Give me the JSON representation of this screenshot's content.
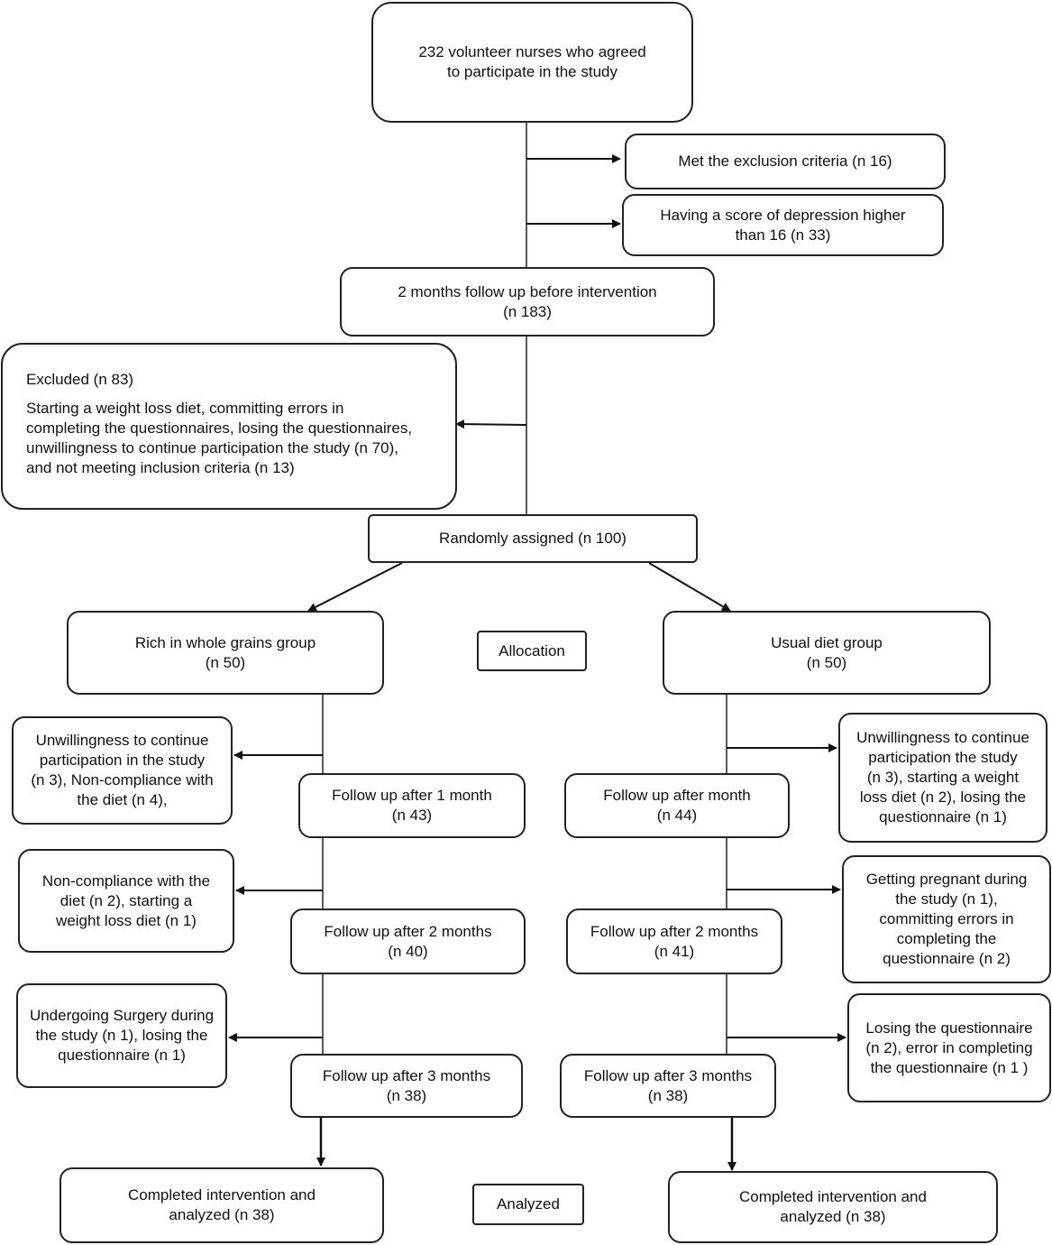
{
  "flow": {
    "enrolled": [
      "232 volunteer nurses who agreed",
      "to participate in the study"
    ],
    "exclusion_criteria": [
      "Met the exclusion criteria (n 16)"
    ],
    "depression_score": [
      "Having a score of depression higher",
      "than 16 (n 33)"
    ],
    "pre_followup": [
      "2 months follow up before intervention",
      "(n 183)"
    ],
    "excluded": {
      "title": "Excluded (n 83)",
      "details": [
        "Starting a weight loss diet, committing errors in",
        "completing the questionnaires, losing the questionnaires,",
        "unwillingness to continue participation the study (n 70),",
        "and not meeting inclusion criteria (n 13)"
      ]
    },
    "randomized": [
      "Randomly assigned (n 100)"
    ],
    "stage_labels": {
      "allocation": "Allocation",
      "analyzed": "Analyzed"
    },
    "whole_grains": {
      "group": [
        "Rich in whole grains group",
        "(n 50)"
      ],
      "loss_1": [
        "Unwillingness to continue",
        "participation in the study",
        "(n 3), Non-compliance with",
        "the diet (n 4),"
      ],
      "followup_1": [
        "Follow up after 1 month",
        "(n 43)"
      ],
      "loss_2": [
        "Non-compliance with the",
        "diet (n 2), starting a",
        "weight loss diet (n 1)"
      ],
      "followup_2": [
        "Follow up after 2 months",
        "(n 40)"
      ],
      "loss_3": [
        "Undergoing Surgery during",
        "the study (n 1), losing the",
        "questionnaire (n 1)"
      ],
      "followup_3": [
        "Follow up after 3 months",
        "(n 38)"
      ],
      "completed": [
        "Completed intervention and",
        "analyzed (n 38)"
      ]
    },
    "usual_diet": {
      "group": [
        "Usual diet group",
        "(n 50)"
      ],
      "loss_1": [
        "Unwillingness to continue",
        "participation the study",
        "(n 3), starting a weight",
        "loss diet (n 2), losing the",
        "questionnaire (n 1)"
      ],
      "followup_1": [
        "Follow up after month",
        "(n 44)"
      ],
      "loss_2": [
        "Getting pregnant during",
        "the study (n 1),",
        "committing errors in",
        "completing the",
        "questionnaire (n 2)"
      ],
      "followup_2": [
        "Follow up after 2 months",
        "(n 41)"
      ],
      "loss_3": [
        "Losing the questionnaire",
        "(n 2), error in completing",
        "the questionnaire (n 1 )"
      ],
      "followup_3": [
        "Follow up after 3 months",
        "(n 38)"
      ],
      "completed": [
        "Completed intervention and",
        "analyzed (n 38)"
      ]
    }
  }
}
